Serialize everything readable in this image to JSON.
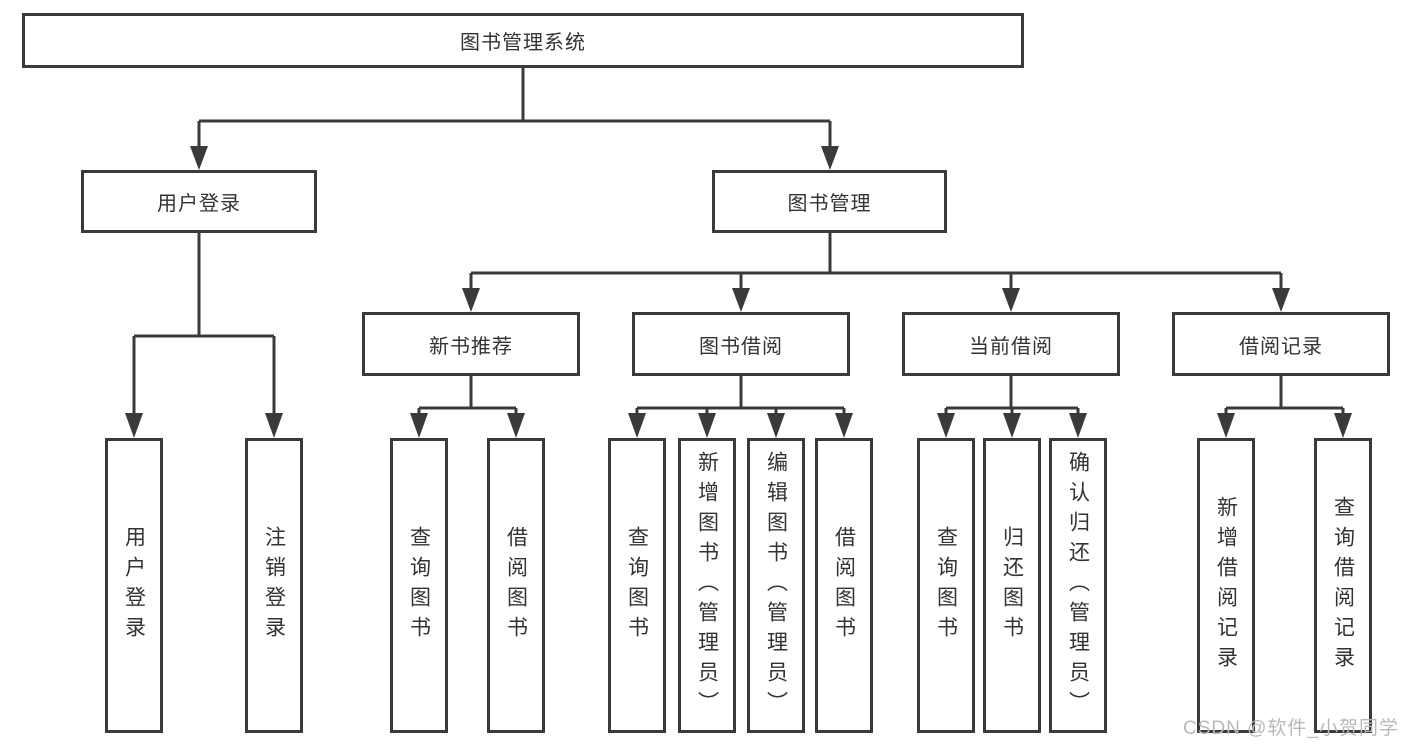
{
  "diagram": {
    "root": {
      "label": "图书管理系统"
    },
    "level2": {
      "user_login": {
        "label": "用户登录"
      },
      "book_management": {
        "label": "图书管理"
      }
    },
    "user_login_children": {
      "login": {
        "label": "用户登录"
      },
      "logout": {
        "label": "注销登录"
      }
    },
    "level3": {
      "new_books": {
        "label": "新书推荐"
      },
      "book_borrow": {
        "label": "图书借阅"
      },
      "current_borrow": {
        "label": "当前借阅"
      },
      "borrow_records": {
        "label": "借阅记录"
      }
    },
    "new_books_children": {
      "query_books": {
        "label": "查询图书"
      },
      "borrow_books": {
        "label": "借阅图书"
      }
    },
    "book_borrow_children": {
      "query_books": {
        "label": "查询图书"
      },
      "add_books": {
        "label": "新增图书（管理员）"
      },
      "edit_books": {
        "label": "编辑图书（管理员）"
      },
      "borrow_books": {
        "label": "借阅图书"
      }
    },
    "current_borrow_children": {
      "query_books": {
        "label": "查询图书"
      },
      "return_books": {
        "label": "归还图书"
      },
      "confirm_return": {
        "label": "确认归还（管理员）"
      }
    },
    "borrow_records_children": {
      "add_record": {
        "label": "新增借阅记录"
      },
      "query_record": {
        "label": "查询借阅记录"
      }
    }
  },
  "watermark": {
    "text": "CSDN @软件_小贺同学"
  },
  "colors": {
    "line": "#3a3a3a",
    "text": "#333333",
    "watermark": "#b9b9b9",
    "background": "#ffffff"
  }
}
